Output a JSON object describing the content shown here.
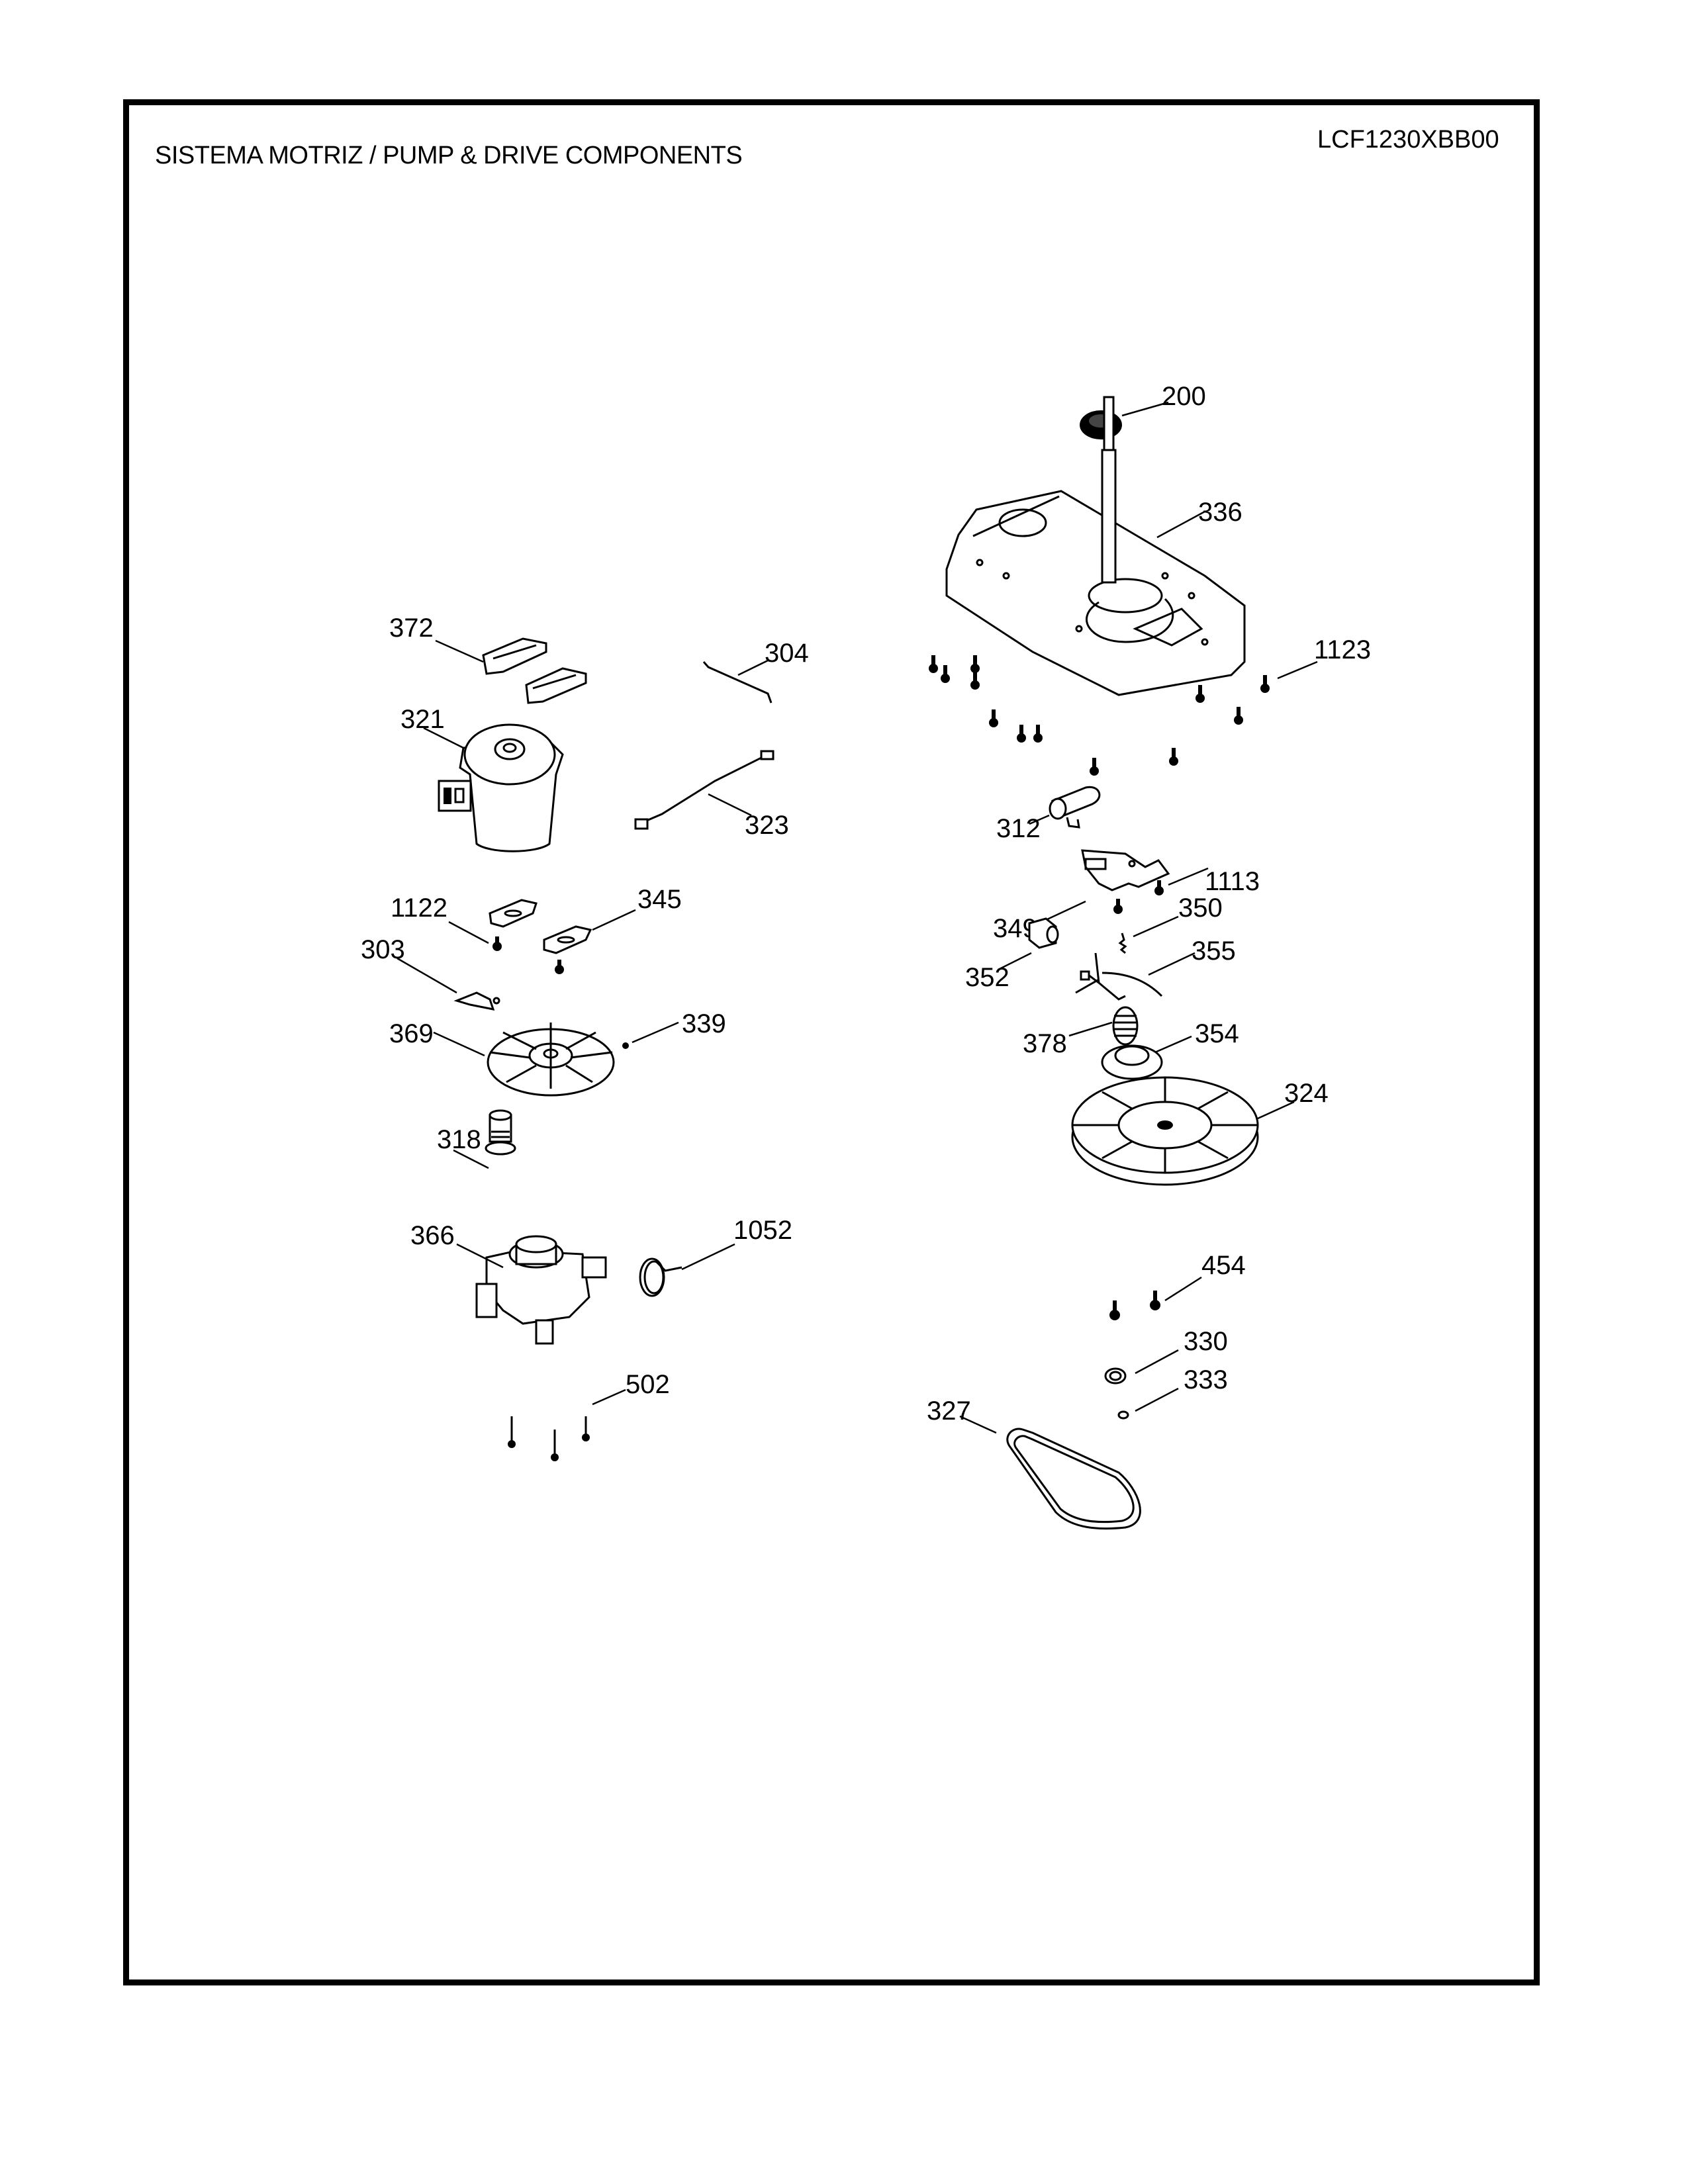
{
  "header": {
    "title": "SISTEMA MOTRIZ / PUMP  &  DRIVE COMPONENTS",
    "model_number": "LCF1230XBB00"
  },
  "callouts": {
    "c200": "200",
    "c336": "336",
    "c1123": "1123",
    "c372": "372",
    "c304": "304",
    "c321": "321",
    "c323": "323",
    "c312": "312",
    "c1122": "1122",
    "c345": "345",
    "c1113": "1113",
    "c303": "303",
    "c349": "349",
    "c350": "350",
    "c352": "352",
    "c355": "355",
    "c369": "369",
    "c339": "339",
    "c378": "378",
    "c354": "354",
    "c318": "318",
    "c324": "324",
    "c366": "366",
    "c1052": "1052",
    "c454": "454",
    "c330": "330",
    "c502": "502",
    "c333": "333",
    "c327": "327"
  }
}
